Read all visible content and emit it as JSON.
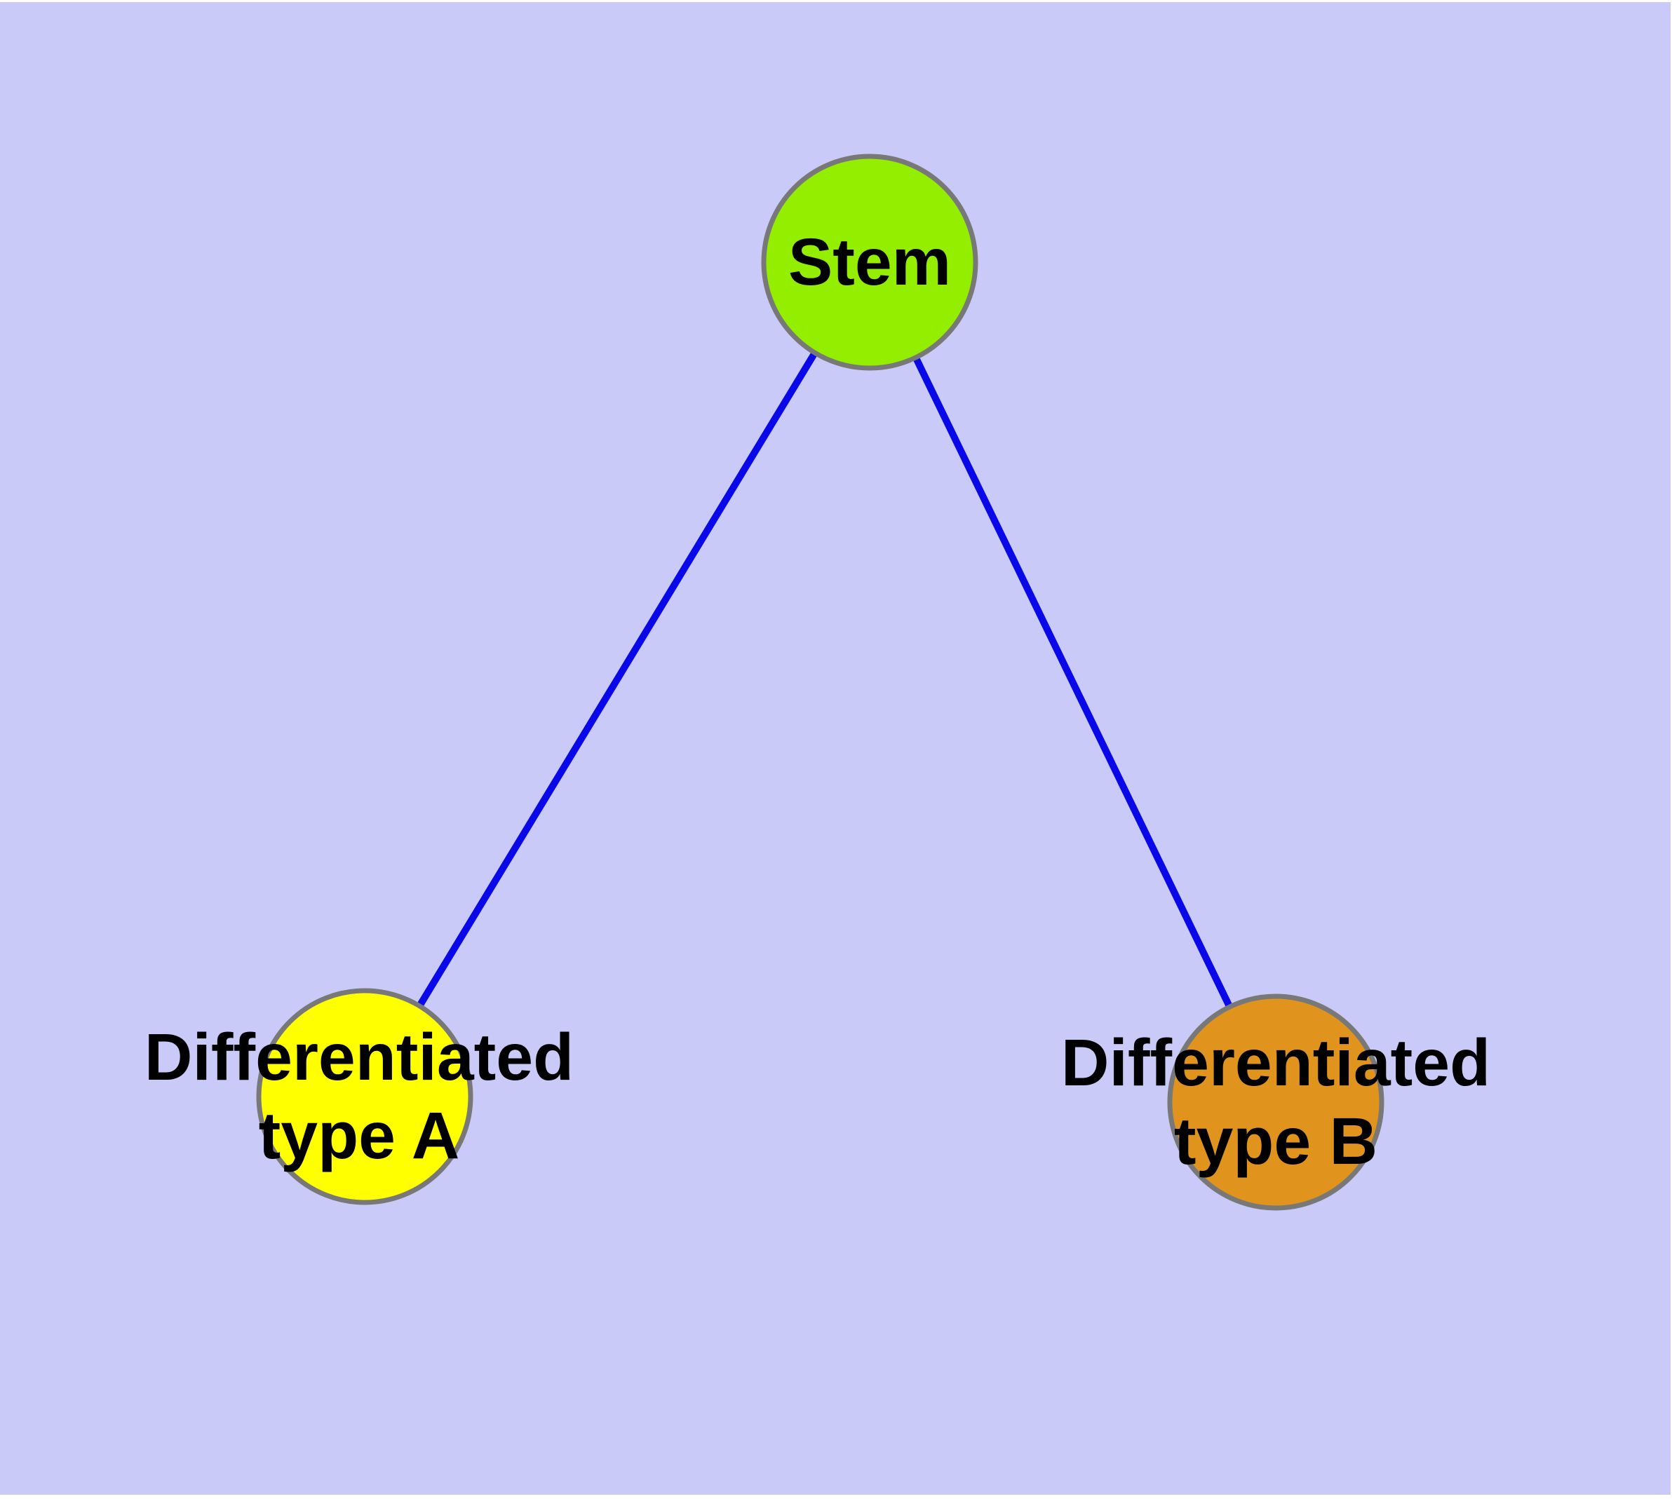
{
  "background": {
    "page_color": "#ffffff",
    "canvas_color": "#cacaf8"
  },
  "colors": {
    "edge": "#0808e8",
    "node_border": "#787878",
    "label_text": "#000000"
  },
  "nodes": {
    "stem": {
      "label": "Stem",
      "color": "#94ee00"
    },
    "typeA": {
      "label_line1": "Differentiated",
      "label_line2": "type A",
      "color": "#ffff00"
    },
    "typeB": {
      "label_line1": "Differentiated",
      "label_line2": "type B",
      "color": "#e0941e"
    }
  },
  "edges": [
    {
      "from": "Stem",
      "to": "Differentiated type A"
    },
    {
      "from": "Stem",
      "to": "Differentiated type B"
    }
  ]
}
